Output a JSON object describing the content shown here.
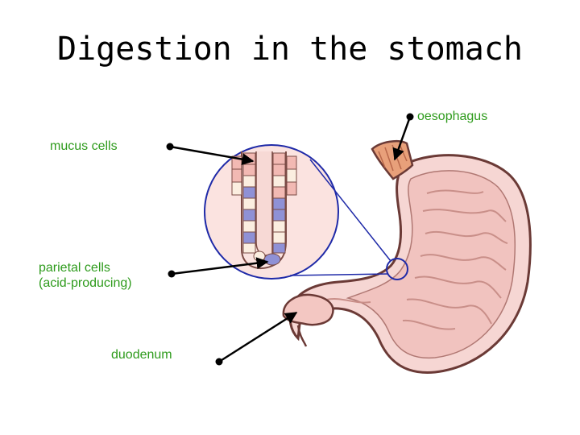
{
  "title": "Digestion in the stomach",
  "labels": {
    "oesophagus": "oesophagus",
    "mucus_cells": "mucus cells",
    "parietal_cells_line1": "parietal cells",
    "parietal_cells_line2": "(acid-producing)",
    "duodenum": "duodenum"
  },
  "colors": {
    "label_text": "#2e9b1c",
    "arrow": "#000000",
    "stomach_fill": "#f6d6d3",
    "stomach_outline": "#6b3a36",
    "inset_circle": "#1f2aa8",
    "oesophagus_fill": "#e8a07a",
    "cell_pink": "#f2b9b3",
    "cell_blue": "#8f91d6",
    "cell_cream": "#fbeee0"
  }
}
